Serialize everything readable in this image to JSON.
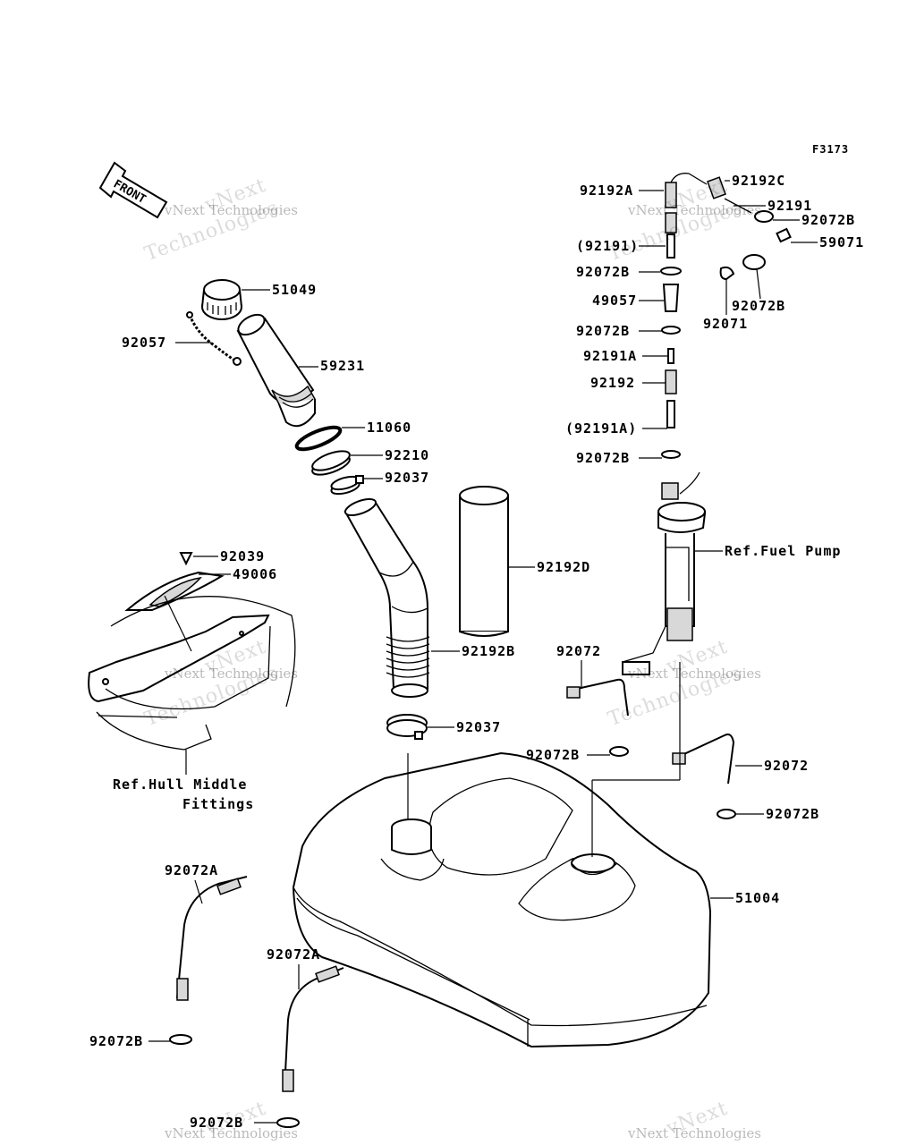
{
  "figure_code": "F3173",
  "front_arrow_label": "FRONT",
  "watermark": {
    "line1": "vNext Technologies",
    "line2": "vNext",
    "line3": "Technologies"
  },
  "callouts": {
    "c51049": "51049",
    "c92057": "92057",
    "c59231": "59231",
    "c11060": "11060",
    "c92210": "92210",
    "c92037a": "92037",
    "c92039": "92039",
    "c49006": "49006",
    "c92192d": "92192D",
    "c92192b": "92192B",
    "c92037b": "92037",
    "ref_hull_line1": "Ref.Hull Middle",
    "ref_hull_line2": "Fittings",
    "c92192a": "92192A",
    "c92192c": "92192C",
    "c92191": "92191",
    "c92072b_top": "92072B",
    "c92191_paren": "(92191)",
    "c59071": "59071",
    "c92072b_1": "92072B",
    "c49057": "49057",
    "c92072b_r": "92072B",
    "c92071": "92071",
    "c92072b_2": "92072B",
    "c92191a": "92191A",
    "c92192": "92192",
    "c92191a_paren": "(92191A)",
    "c92072b_3": "92072B",
    "ref_fuel_pump": "Ref.Fuel Pump",
    "c92072_a": "92072",
    "c92072b_4": "92072B",
    "c92072_b": "92072",
    "c92072b_5": "92072B",
    "c51004": "51004",
    "c92072a_1": "92072A",
    "c92072a_2": "92072A",
    "c92072b_6": "92072B",
    "c92072b_7": "92072B"
  }
}
